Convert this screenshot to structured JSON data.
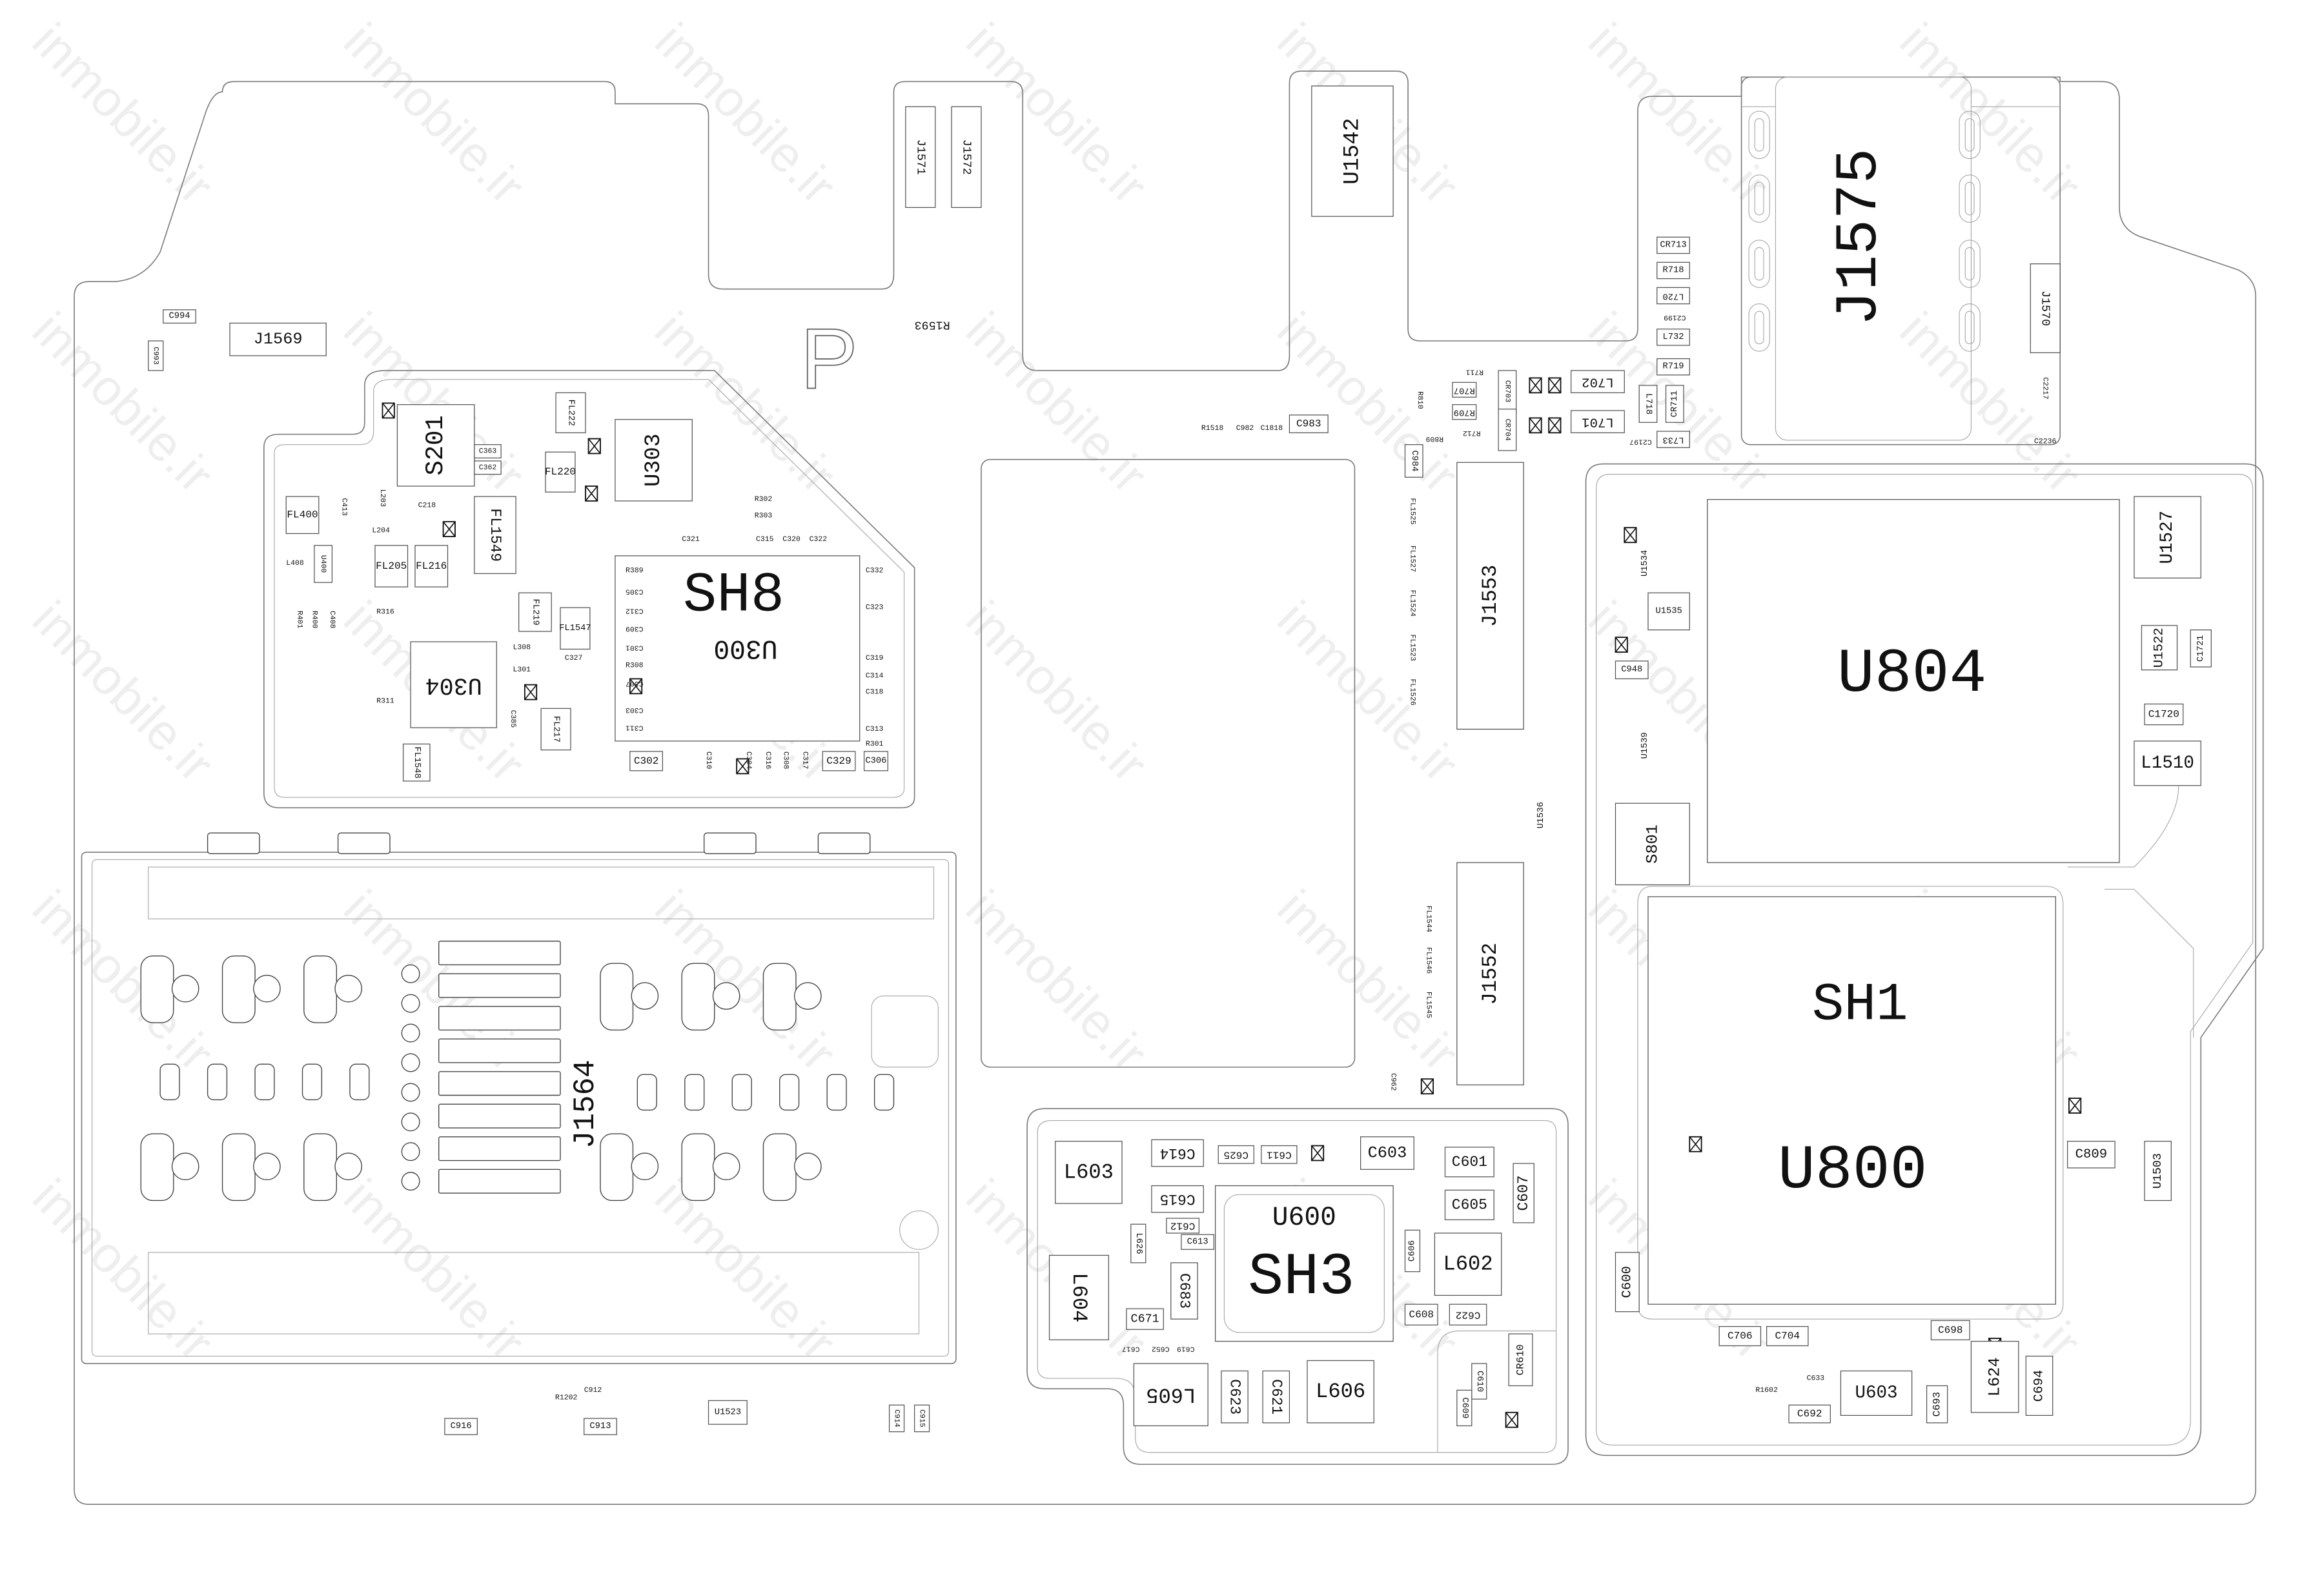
{
  "watermark": "inmobile.ir",
  "board": {
    "marker_letter": "P"
  },
  "top": [
    "C994",
    "C993",
    "J1569",
    "R1593",
    "J1571",
    "J1572",
    "U1542",
    "J1575",
    "J1570",
    "R1518",
    "C982",
    "C1818",
    "C983",
    "C2217",
    "C2236",
    "CR713",
    "R718",
    "L720",
    "C2199",
    "L732",
    "R719",
    "L718",
    "CR711",
    "L733",
    "C2197",
    "L702",
    "L701",
    "CR703",
    "CR704",
    "R711",
    "R707",
    "R709",
    "R712",
    "R809",
    "R810",
    "C984"
  ],
  "sh8": [
    "SH8",
    "U300",
    "S201",
    "U303",
    "U304",
    "FL1549",
    "FL400",
    "FL220",
    "FL205",
    "FL216",
    "FL222",
    "FL1547",
    "FL217",
    "FL1548",
    "FL219",
    "C302",
    "C329",
    "C306",
    "C363",
    "C362",
    "L203",
    "L204",
    "C218",
    "C321",
    "C315",
    "C320",
    "C322",
    "R302",
    "R303",
    "C332",
    "C323",
    "C319",
    "C314",
    "C318",
    "C313",
    "R316",
    "R311",
    "C385",
    "L308",
    "L301",
    "C327",
    "R389",
    "C305",
    "C312",
    "C309",
    "C301",
    "R308",
    "C307",
    "C303",
    "C311",
    "R301",
    "C310",
    "C304",
    "C316",
    "C308",
    "C317",
    "U400",
    "C413",
    "L408",
    "R401",
    "R400",
    "C408"
  ],
  "j1564": [
    "J1564"
  ],
  "bottom_left": [
    "C916",
    "C913",
    "U1523",
    "C914",
    "C915",
    "R1202",
    "C912"
  ],
  "middle": [
    "J1553",
    "J1552",
    "FL1525",
    "FL1527",
    "FL1524",
    "FL1523",
    "FL1526",
    "FL1544",
    "FL1546",
    "FL1545",
    "C962"
  ],
  "sh3": [
    "SH3",
    "U600",
    "L603",
    "C614",
    "C625",
    "C611",
    "C603",
    "C601",
    "C605",
    "C607",
    "C615",
    "C612",
    "C613",
    "L626",
    "L604",
    "C683",
    "C671",
    "C606",
    "L602",
    "C608",
    "C622",
    "L605",
    "C623",
    "C621",
    "L606",
    "CR610",
    "C610",
    "C609",
    "C617",
    "C652",
    "C619"
  ],
  "right": [
    "U804",
    "SH1",
    "U800",
    "U1527",
    "U1522",
    "C1721",
    "C1720",
    "L1510",
    "S801",
    "C809",
    "U1503",
    "C600",
    "C706",
    "C704",
    "C698",
    "L624",
    "C694",
    "U603",
    "C692",
    "C693",
    "C948",
    "U1535",
    "U1534",
    "U1539",
    "U1536",
    "R1602",
    "C633"
  ]
}
